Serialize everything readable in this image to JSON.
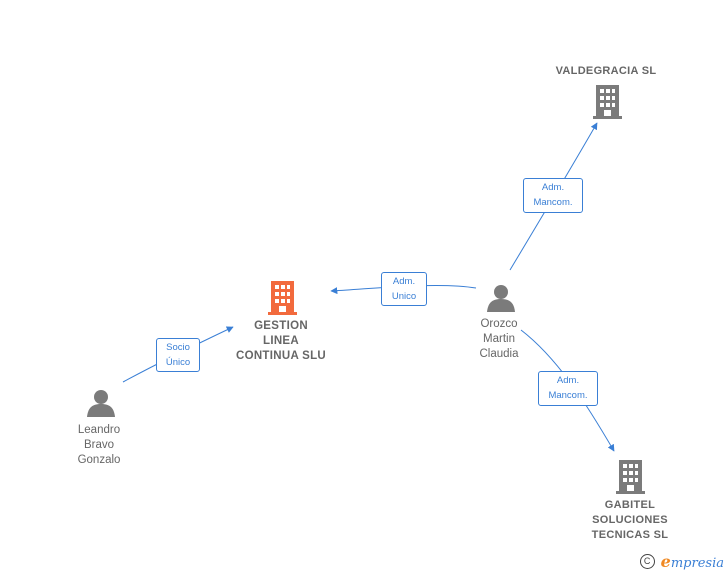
{
  "colors": {
    "edge": "#3a7fd5",
    "main_company": "#f26a3d",
    "company": "#7b7b7b",
    "person": "#7b7b7b",
    "label_text": "#666666"
  },
  "nodes": {
    "main": {
      "label": "GESTION\nLINEA\nCONTINUA SLU",
      "icon": "building-icon"
    },
    "valdegracia": {
      "label": "VALDEGRACIA SL",
      "icon": "building-icon"
    },
    "gabitel": {
      "label": "GABITEL\nSOLUCIONES\nTECNICAS  SL",
      "icon": "building-icon"
    },
    "orozco": {
      "label": "Orozco\nMartin\nClaudia",
      "icon": "person-icon"
    },
    "leandro": {
      "label": "Leandro\nBravo\nGonzalo",
      "icon": "person-icon"
    }
  },
  "edges": {
    "orozco_main": "Adm.\nUnico",
    "orozco_valdegracia": "Adm.\nMancom.",
    "orozco_gabitel": "Adm.\nMancom.",
    "leandro_main": "Socio\nÚnico"
  },
  "footer": {
    "copyright_symbol": "C",
    "brand_initial": "e",
    "brand_rest": "mpresia"
  }
}
